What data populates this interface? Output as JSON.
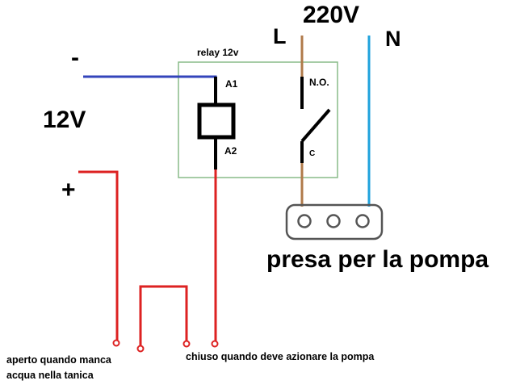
{
  "diagram": {
    "mains_voltage": "220V",
    "line_label": "L",
    "neutral_label": "N",
    "dc_voltage": "12V",
    "minus_label": "-",
    "plus_label": "+",
    "relay_label": "relay 12v",
    "coil_a1": "A1",
    "coil_a2": "A2",
    "contact_no": "N.O.",
    "contact_c": "C",
    "socket_label": "presa per la pompa",
    "switch_open_note_line1": "aperto  quando manca",
    "switch_open_note_line2": "acqua nella tanica",
    "switch_closed_note": "chiuso quando deve azionare la pompa"
  },
  "colors": {
    "negative_wire": "#3344bb",
    "positive_wire": "#dd2222",
    "line_wire": "#b07a4a",
    "neutral_wire": "#1fa2dc",
    "relay_box": "#88bb88",
    "socket_outline": "#555555"
  }
}
